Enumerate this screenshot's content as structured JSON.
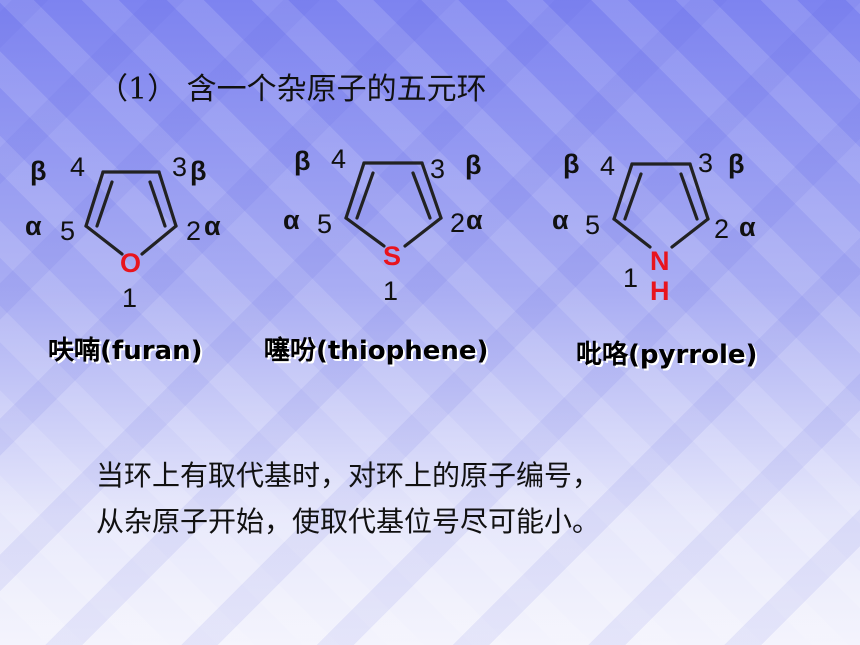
{
  "title": "（1） 含一个杂原子的五元环",
  "greek": {
    "alpha": "α",
    "beta": "β"
  },
  "molecules": [
    {
      "heteroatom": "O",
      "hydrogen": "",
      "name": "呋喃(furan)",
      "numbers": {
        "n1": "1",
        "n2": "2",
        "n3": "3",
        "n4": "4",
        "n5": "5"
      }
    },
    {
      "heteroatom": "S",
      "hydrogen": "",
      "name": "噻吩(thiophene)",
      "numbers": {
        "n1": "1",
        "n2": "2",
        "n3": "3",
        "n4": "4",
        "n5": "5"
      }
    },
    {
      "heteroatom": "N",
      "hydrogen": "H",
      "name": "吡咯(pyrrole)",
      "numbers": {
        "n1": "1",
        "n2": "2",
        "n3": "3",
        "n4": "4",
        "n5": "5"
      }
    }
  ],
  "note": {
    "line1": "当环上有取代基时，对环上的原子编号，",
    "line2": "从杂原子开始，使取代基位号尽可能小。"
  },
  "colors": {
    "heteroatom": "#e8141e",
    "bond": "#222222"
  }
}
